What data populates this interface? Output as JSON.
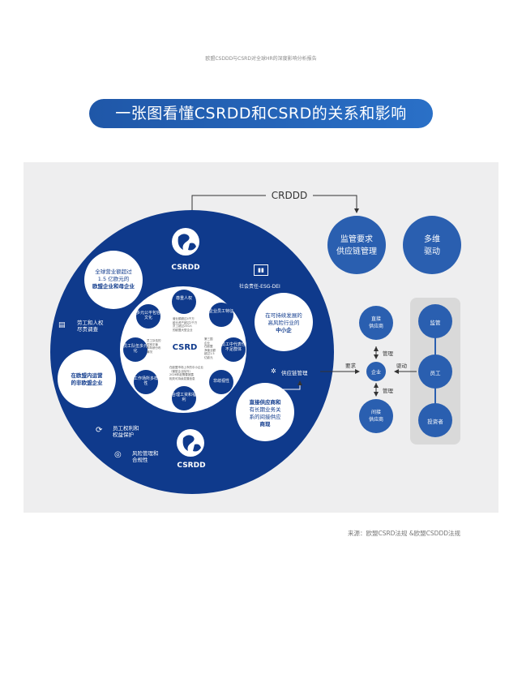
{
  "header": {
    "note": "欧盟CSDDD与CSRD对全球HR的深度影响分析报告"
  },
  "title": "一张图看懂CSRDD和CSRD的关系和影响",
  "source": "来源：欧盟CSRD法规 &欧盟CSDDD法规",
  "colors": {
    "navy": "#0f3a8c",
    "blue": "#2a5fb0",
    "grey_panel": "#eeeeef",
    "grey_driver": "#d9d9d9"
  },
  "diagram": {
    "crddd_label": "CRDDD",
    "top_logo_label": "CSRDD",
    "bottom_logo_label": "CSRDD",
    "center_label": "CSRD",
    "big_blue": {
      "global_companies": [
        "全球营业额超过",
        "1.5 亿欧元的",
        "欧盟企业和母企业"
      ],
      "eu_operating": [
        "在欧盟内运营",
        "的非欧盟企业"
      ],
      "sme": [
        "在可持续发展的",
        "高风险行业的",
        "中小企"
      ],
      "suppliers": [
        "直接供应商和",
        "有长期业务关",
        "系的间接供应",
        "商现"
      ],
      "labor_rights": [
        "劳工和人权",
        "尽责调查"
      ],
      "employee_rights": [
        "员工权利和",
        "权益保护"
      ],
      "risk_mgmt": [
        "风险管理和",
        "合规性"
      ],
      "social_esg": "社会责任-ESG-DEI",
      "supply_chain": "供应链管理"
    },
    "inner_circles": [
      "尊重人权",
      "企业员工特征",
      "员工中代表性不足群体",
      "非歧视性",
      "合理工资和福利",
      "工作场所多样性",
      "员工队伍多元化",
      "多元公平包容文化"
    ],
    "inner_texts": {
      "left_block": [
        "员工队伍的",
        "性别平衡",
        "和年龄分布",
        "情况"
      ],
      "right_block": [
        "第三国",
        "企业",
        "在欧盟",
        "净营业额",
        "超过1.5",
        "亿欧元"
      ],
      "top_block": [
        "营业额超过4千万",
        "欧元资产超过2千万",
        "员工超过250人",
        "的欧盟大型企业"
      ],
      "bottom_block": [
        "在欧盟市场上市的中小企业",
        "（微型企业除外）",
        "2026年起需要披露",
        "相关可持续发展信息"
      ]
    },
    "right_circles": {
      "regulation": [
        "监管要求",
        "供应链管理"
      ],
      "multi": [
        "多维",
        "驱动"
      ]
    },
    "flow": {
      "direct_supplier": [
        "直接",
        "供应商"
      ],
      "indirect_supplier": [
        "间接",
        "供应商"
      ],
      "enterprise": "企业",
      "manage_top": "管理",
      "manage_bottom": "管理",
      "require": "要求",
      "drive": "驱动"
    },
    "drivers": [
      "监管",
      "员工",
      "投资者"
    ]
  }
}
